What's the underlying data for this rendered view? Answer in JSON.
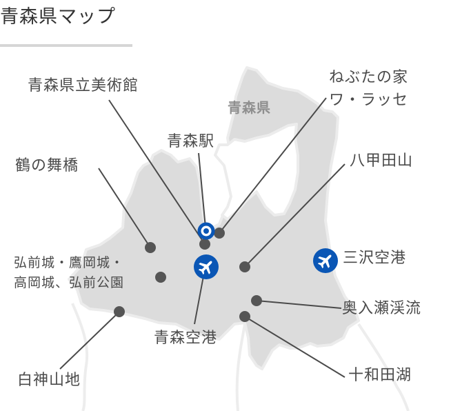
{
  "header": {
    "title": "青森県マップ"
  },
  "map": {
    "prefecture_label": "青森県",
    "colors": {
      "land": "#dcdcdc",
      "border": "#ececec",
      "marker": "#555555",
      "leader_line": "#4a4a4a",
      "accent_blue": "#0a56b5",
      "label_text": "#4a4a4a"
    },
    "markers": [
      {
        "id": "aomori-museum",
        "label": "青森県立美術館",
        "icon": "dot-marker"
      },
      {
        "id": "aomori-station",
        "label": "青森駅",
        "icon": "station-ring-icon"
      },
      {
        "id": "nebuta-house",
        "label_line1": "ねぶたの家",
        "label_line2": "ワ・ラッセ",
        "icon": "dot-marker"
      },
      {
        "id": "tsuru-no-maihashi",
        "label": "鶴の舞橋",
        "icon": "dot-marker"
      },
      {
        "id": "hakkoda",
        "label": "八甲田山",
        "icon": "dot-marker"
      },
      {
        "id": "hirosaki-castle",
        "label_line1": "弘前城・鷹岡城・",
        "label_line2": "高岡城、弘前公園",
        "icon": "dot-marker"
      },
      {
        "id": "aomori-airport",
        "label": "青森空港",
        "icon": "airplane-icon"
      },
      {
        "id": "misawa-airport",
        "label": "三沢空港",
        "icon": "airplane-icon"
      },
      {
        "id": "oirase",
        "label": "奥入瀬渓流",
        "icon": "dot-marker"
      },
      {
        "id": "towada",
        "label": "十和田湖",
        "icon": "dot-marker"
      },
      {
        "id": "shirakami",
        "label": "白神山地",
        "icon": "dot-marker"
      }
    ]
  }
}
